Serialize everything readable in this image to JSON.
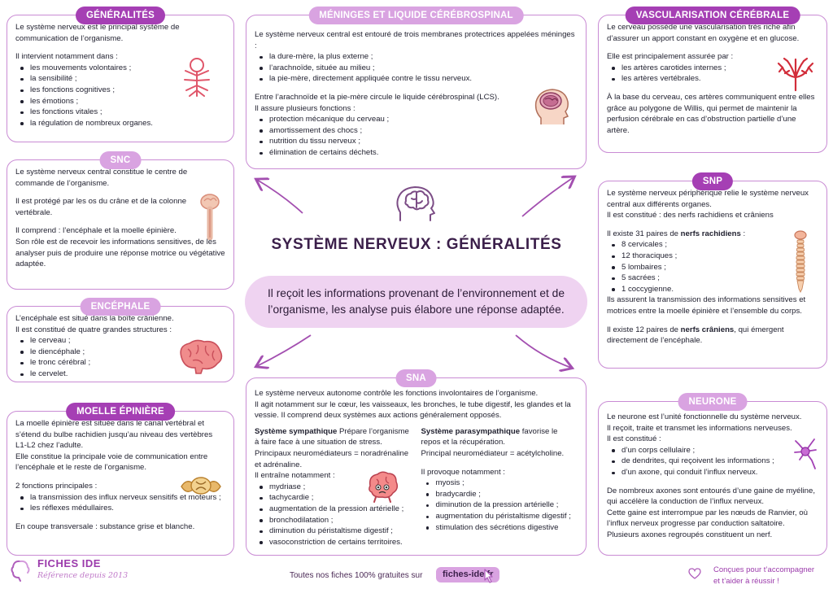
{
  "generalites": {
    "tag": "GÉNÉRALITÉS",
    "intro": "Le système nerveux est le principal système de communication de l’organisme.",
    "lead": "Il intervient notamment dans :",
    "items": [
      "les mouvements volontaires ;",
      "la sensibilité ;",
      "les fonctions cognitives ;",
      "les émotions ;",
      "les fonctions vitales ;",
      "la régulation de nombreux organes."
    ]
  },
  "snc": {
    "tag": "SNC",
    "p1": "Le système nerveux central constitue le centre de commande de l’organisme.",
    "p2": "Il est protégé par les os du crâne et de la colonne vertébrale.",
    "p3": "Il comprend : l’encéphale et la moelle épinière.",
    "p4": "Son rôle est de recevoir les informations sensitives, de les analyser puis de produire une réponse motrice ou végétative adaptée."
  },
  "encephale": {
    "tag": "ENCÉPHALE",
    "p1": "L’encéphale est situé dans la boîte crânienne.",
    "p2": "Il est constitué de quatre grandes structures :",
    "items": [
      "le cerveau ;",
      "le diencéphale ;",
      "le tronc cérébral ;",
      "le cervelet."
    ]
  },
  "moelle": {
    "tag": "MOELLE ÉPINIÈRE",
    "p1": "La moelle épinière est située dans le canal vertébral et s’étend du bulbe rachidien jusqu’au niveau des vertèbres L1-L2 chez l’adulte.",
    "p2": "Elle constitue la principale voie de communication entre l’encéphale et le reste de l’organisme.",
    "p3": "2 fonctions principales :",
    "items": [
      "la transmission des influx nerveux sensitifs et moteurs ;",
      "les réflexes médullaires."
    ],
    "p4": "En coupe transversale : substance grise et blanche."
  },
  "meninges": {
    "tag": "MÉNINGES ET LIQUIDE CÉRÉBROSPINAL",
    "p1": "Le système nerveux central est entouré de trois membranes protectrices appelées méninges :",
    "items": [
      "la dure-mère, la plus externe ;",
      "l’arachnoïde, située au milieu ;",
      "la pie-mère, directement appliquée contre le tissu nerveux."
    ],
    "p2": "Entre l’arachnoïde et la pie-mère circule le liquide cérébrospinal (LCS).",
    "p3": "Il assure plusieurs fonctions :",
    "items2": [
      "protection mécanique du cerveau ;",
      "amortissement des chocs ;",
      "nutrition du tissu nerveux ;",
      "élimination de certains déchets."
    ]
  },
  "center": {
    "title": "SYSTÈME NERVEUX : GÉNÉRALITÉS",
    "summary": "Il reçoit les informations provenant de l’environnement et de l’organisme, les analyse puis élabore une réponse adaptée."
  },
  "sna": {
    "tag": "SNA",
    "p1": "Le système nerveux autonome contrôle les fonctions involontaires de l’organisme.",
    "p2": "Il agit notamment sur le cœur, les vaisseaux, les bronches, le tube digestif, les glandes et la vessie. Il comprend deux systèmes aux actions généralement opposés.",
    "symp_title": "Système sympathique",
    "symp_desc": " Prépare l’organisme à faire face à une situation de stress.",
    "symp_neuro": "Principaux neuromédiateurs = noradrénaline et adrénaline.",
    "symp_lead": "Il entraîne notamment :",
    "symp_items": [
      "mydriase ;",
      "tachycardie ;",
      "augmentation de la pression artérielle ;",
      "bronchodilatation ;",
      "diminution du péristaltisme digestif ;",
      "vasoconstriction de certains territoires."
    ],
    "para_title": "Système parasympathique",
    "para_desc": " favorise le repos et la récupération.",
    "para_neuro": "Principal neuromédiateur = acétylcholine.",
    "para_lead": "Il provoque notamment :",
    "para_items": [
      "myosis ;",
      "bradycardie ;",
      "diminution de la pression artérielle ;",
      "augmentation du péristaltisme digestif ;",
      "stimulation des sécrétions digestive"
    ]
  },
  "vascu": {
    "tag": "VASCULARISATION CÉRÉBRALE",
    "p1": "Le cerveau possède une vascularisation très riche afin d’assurer un apport constant en oxygène et en glucose.",
    "p2": "Elle est principalement assurée par :",
    "items": [
      "les artères carotides internes ;",
      "les artères vertébrales."
    ],
    "p3": "À la base du cerveau, ces artères communiquent entre elles grâce au polygone de Willis, qui permet de maintenir la perfusion cérébrale en cas d’obstruction partielle d’une artère."
  },
  "snp": {
    "tag": "SNP",
    "p1": "Le système nerveux périphérique relie le système nerveux central aux différents organes.",
    "p2": "Il est constitué : des nerfs rachidiens et crâniens",
    "p3a": "Il existe 31 paires de ",
    "p3b": "nerfs rachidiens",
    "p3c": " :",
    "items": [
      "8 cervicales ;",
      "12 thoraciques ;",
      "5 lombaires ;",
      "5 sacrées ;",
      "1 coccygienne."
    ],
    "p4": "Ils assurent la transmission des informations sensitives et motrices entre la moelle épinière et l’ensemble du corps.",
    "p5a": "Il existe 12 paires de ",
    "p5b": "nerfs crâniens",
    "p5c": ", qui émergent directement de l’encéphale."
  },
  "neurone": {
    "tag": "NEURONE",
    "p1": "Le neurone est l’unité fonctionnelle du système nerveux.",
    "p2": "Il reçoit, traite et transmet les informations nerveuses.",
    "p3": "Il est constitué :",
    "items": [
      "d’un corps cellulaire ;",
      "de dendrites, qui reçoivent les informations ;",
      "d’un axone, qui conduit l’influx nerveux."
    ],
    "p4": "De nombreux axones sont entourés d’une gaine de myéline, qui accélère la conduction de l’influx nerveux.",
    "p5": "Cette gaine est interrompue par les nœuds de Ranvier, où l’influx nerveux progresse par conduction saltatoire.",
    "p6": "Plusieurs axones regroupés constituent un nerf."
  },
  "footer": {
    "brand": "FICHES IDE",
    "brand_sub": "Référence depuis 2013",
    "free_text": "Toutes nos fiches 100% gratuites sur",
    "site": "fiches-ide.fr",
    "support_line1": "Conçues pour t’accompagner",
    "support_line2": "et t’aider à réussir !"
  },
  "colors": {
    "accent": "#a53fb4",
    "tag_light": "#d9a3e1",
    "border": "#c98bd4",
    "pill": "#efd3f1"
  },
  "icons": [
    "nervous-body-icon",
    "brain-head-icon",
    "spine-icon",
    "brain-icon",
    "spinal-cord-section-icon",
    "head-meninges-icon",
    "brain-outline-icon",
    "brain-character-icon",
    "brain-vessels-icon",
    "vertebral-column-icon",
    "neuron-icon",
    "brain-logo-icon",
    "cursor-icon",
    "heart-icon"
  ]
}
